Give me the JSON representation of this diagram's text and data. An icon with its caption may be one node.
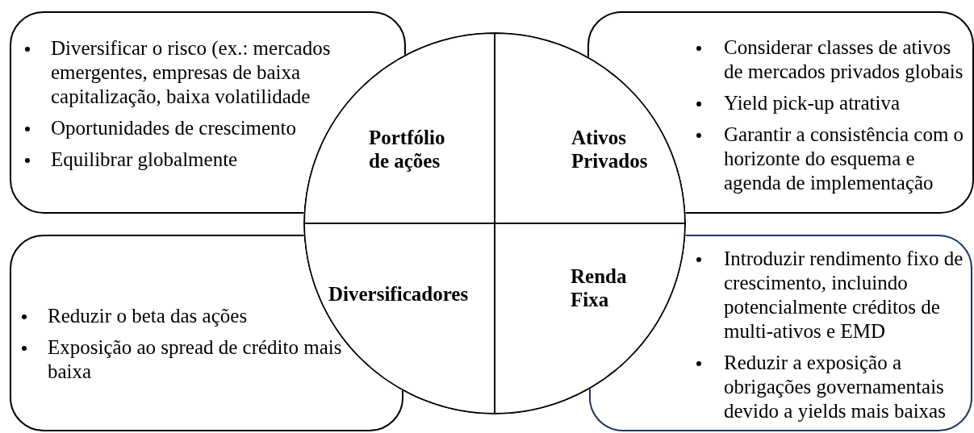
{
  "diagram": {
    "nodes": [
      {
        "text": [
          "Diversificar o risco (ex.: mercados emergentes, empresas de baixa capitalização, baixa volatilidade",
          "Oportunidades de crescimento",
          "Equilibrar globalmente"
        ]
      },
      {
        "text": [
          "Portfólio de ações"
        ]
      },
      {
        "text": [
          "Ativos Privados"
        ]
      },
      {
        "text": [
          "Considerar classes de ativos de mercados privados globais",
          "Yield pick-up atrativa",
          "Garantir a consistência com o horizonte do esquema e agenda de implementação"
        ]
      },
      {
        "text": [
          "Reduzir o beta das ações",
          "Exposição ao spread de crédito mais baixa"
        ]
      },
      {
        "text": [
          "Diversificadores"
        ]
      },
      {
        "text": [
          "Renda Fixa"
        ]
      },
      {
        "text": [
          "Introduzir rendimento fixo de crescimento, incluindo potencialmente créditos de multi-ativos e EMD",
          "Reduzir a exposição a obrigações governamentais devido a yields mais baixas"
        ]
      }
    ],
    "edges": []
  }
}
